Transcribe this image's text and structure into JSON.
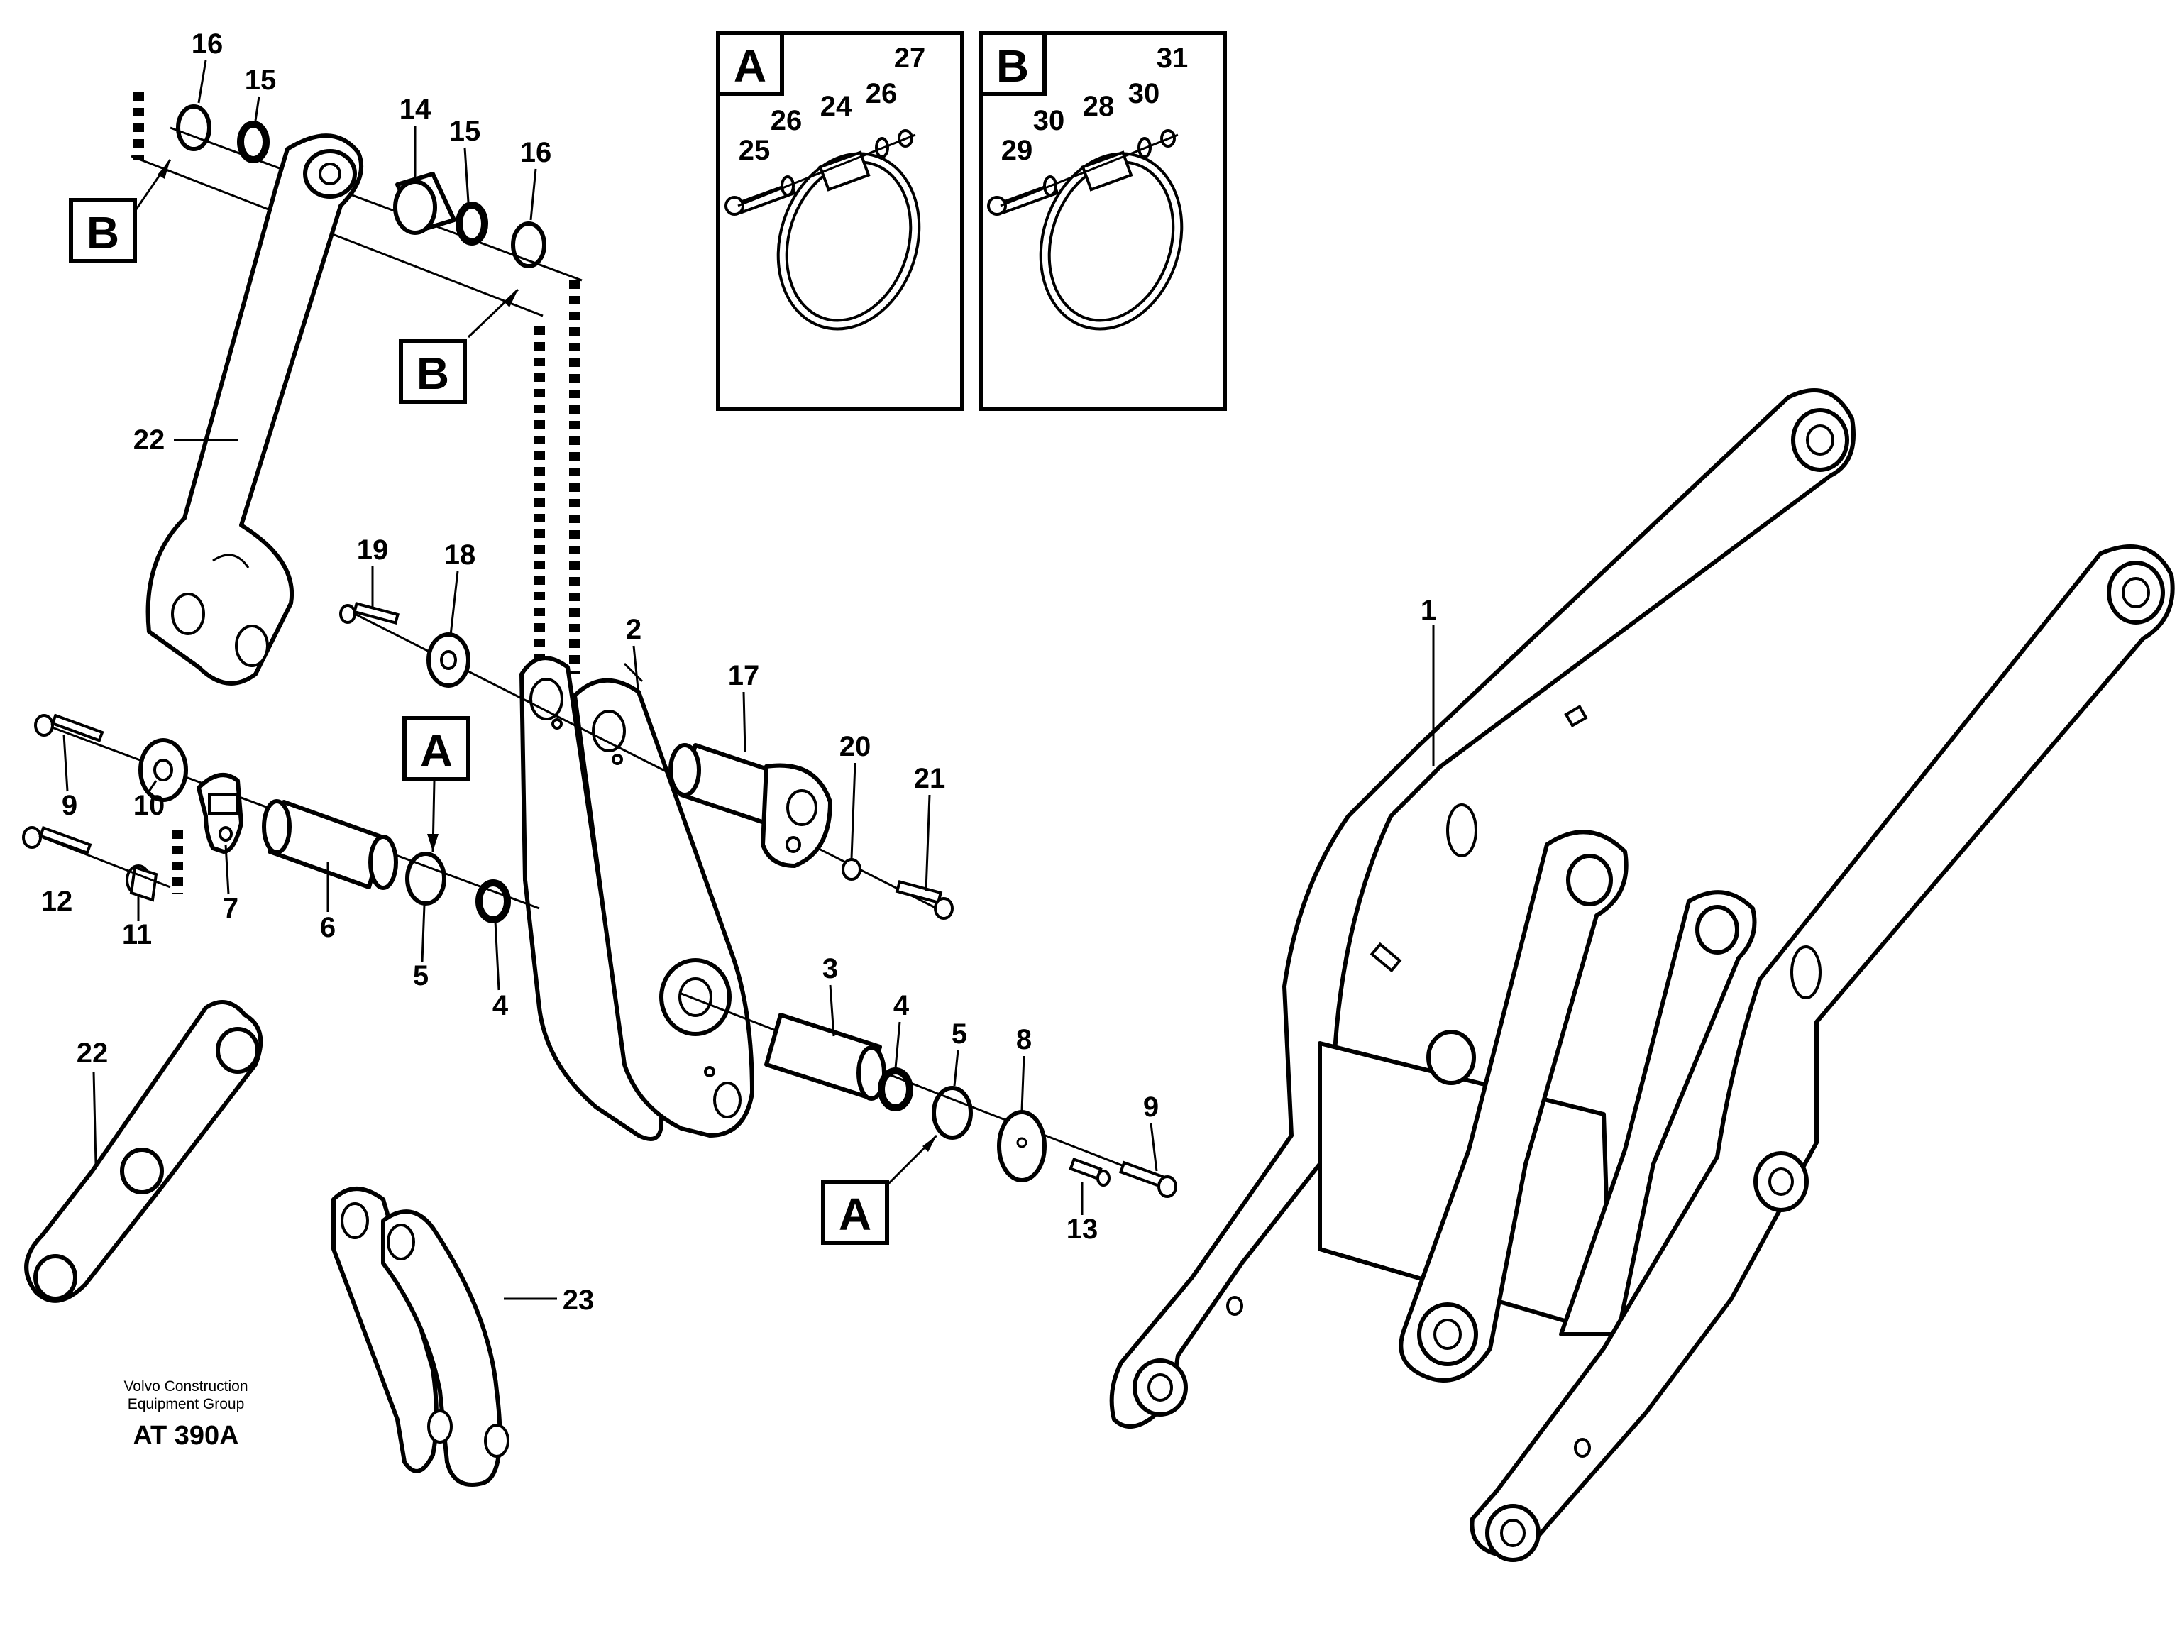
{
  "callouts": {
    "c1": "1",
    "c2": "2",
    "c3": "3",
    "c4a": "4",
    "c4b": "4",
    "c5a": "5",
    "c5b": "5",
    "c6": "6",
    "c7": "7",
    "c8": "8",
    "c9a": "9",
    "c9b": "9",
    "c10": "10",
    "c11": "11",
    "c12": "12",
    "c13": "13",
    "c14": "14",
    "c15a": "15",
    "c15b": "15",
    "c16a": "16",
    "c16b": "16",
    "c17": "17",
    "c18": "18",
    "c19": "19",
    "c20": "20",
    "c21": "21",
    "c22a": "22",
    "c22b": "22",
    "c23": "23"
  },
  "detail_a": {
    "letter": "A",
    "c24": "24",
    "c25": "25",
    "c26a": "26",
    "c26b": "26",
    "c27": "27"
  },
  "detail_b": {
    "letter": "B",
    "c28": "28",
    "c29": "29",
    "c30a": "30",
    "c30b": "30",
    "c31": "31"
  },
  "refs": {
    "b_left": "B",
    "b_mid": "B",
    "a_mid": "A",
    "a_low": "A"
  },
  "footer": {
    "company_line1": "Volvo Construction",
    "company_line2": "Equipment Group",
    "code": "AT 390A"
  }
}
